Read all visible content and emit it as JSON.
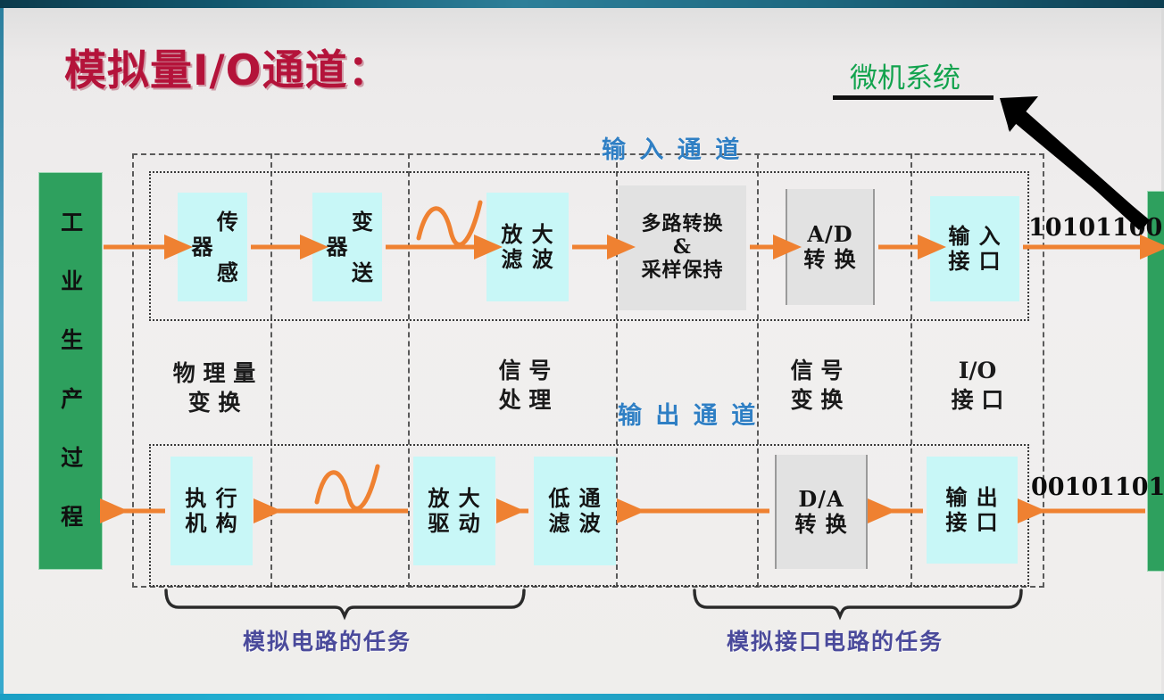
{
  "slide": {
    "title": "模拟量I/O通道：",
    "system_label": "微机系统"
  },
  "process": {
    "left_bar": "工 业 生 产 过 程",
    "right_bar": ""
  },
  "channels": {
    "input": "输 入 通 道",
    "output": "输 出 通 道"
  },
  "input_chain": [
    {
      "name": "sensor",
      "label": "传 感 器",
      "style": "cyan"
    },
    {
      "name": "transmitter",
      "label": "变 送 器",
      "style": "cyan"
    },
    {
      "name": "amp-filter",
      "label": "放 大\n滤 波",
      "style": "cyan"
    },
    {
      "name": "mux-sh",
      "label": "多路转换\n&\n采样保持",
      "style": "gray"
    },
    {
      "name": "adc",
      "label": "A/D\n转 换",
      "style": "gray"
    },
    {
      "name": "input-port",
      "label": "输 入\n接 口",
      "style": "cyan"
    }
  ],
  "output_chain": [
    {
      "name": "actuator",
      "label": "执 行\n机 构",
      "style": "cyan"
    },
    {
      "name": "amp-drive",
      "label": "放 大\n驱 动",
      "style": "cyan"
    },
    {
      "name": "lowpass",
      "label": "低 通\n滤 波",
      "style": "cyan"
    },
    {
      "name": "dac",
      "label": "D/A\n转 换",
      "style": "gray"
    },
    {
      "name": "output-port",
      "label": "输 出\n接 口",
      "style": "cyan"
    }
  ],
  "mid_labels": {
    "physical_conv": "物 理 量\n变 换",
    "signal_proc": "信 号\n处 理",
    "signal_conv": "信 号\n变 换",
    "io_port": "I/O\n接 口"
  },
  "binary": {
    "input": "10101100",
    "output": "00101101"
  },
  "tasks": {
    "analog_circuit": "模拟电路的任务",
    "analog_interface": "模拟接口电路的任务"
  },
  "colors": {
    "title_red": "#b4133a",
    "system_green": "#13a34e",
    "process_green": "#2ea05e",
    "node_cyan": "#c8f7f7",
    "node_gray": "#e2e2e2",
    "arrow_orange": "#ef8131",
    "channel_blue": "#2f7fc4",
    "task_purple": "#4a4a9b"
  }
}
